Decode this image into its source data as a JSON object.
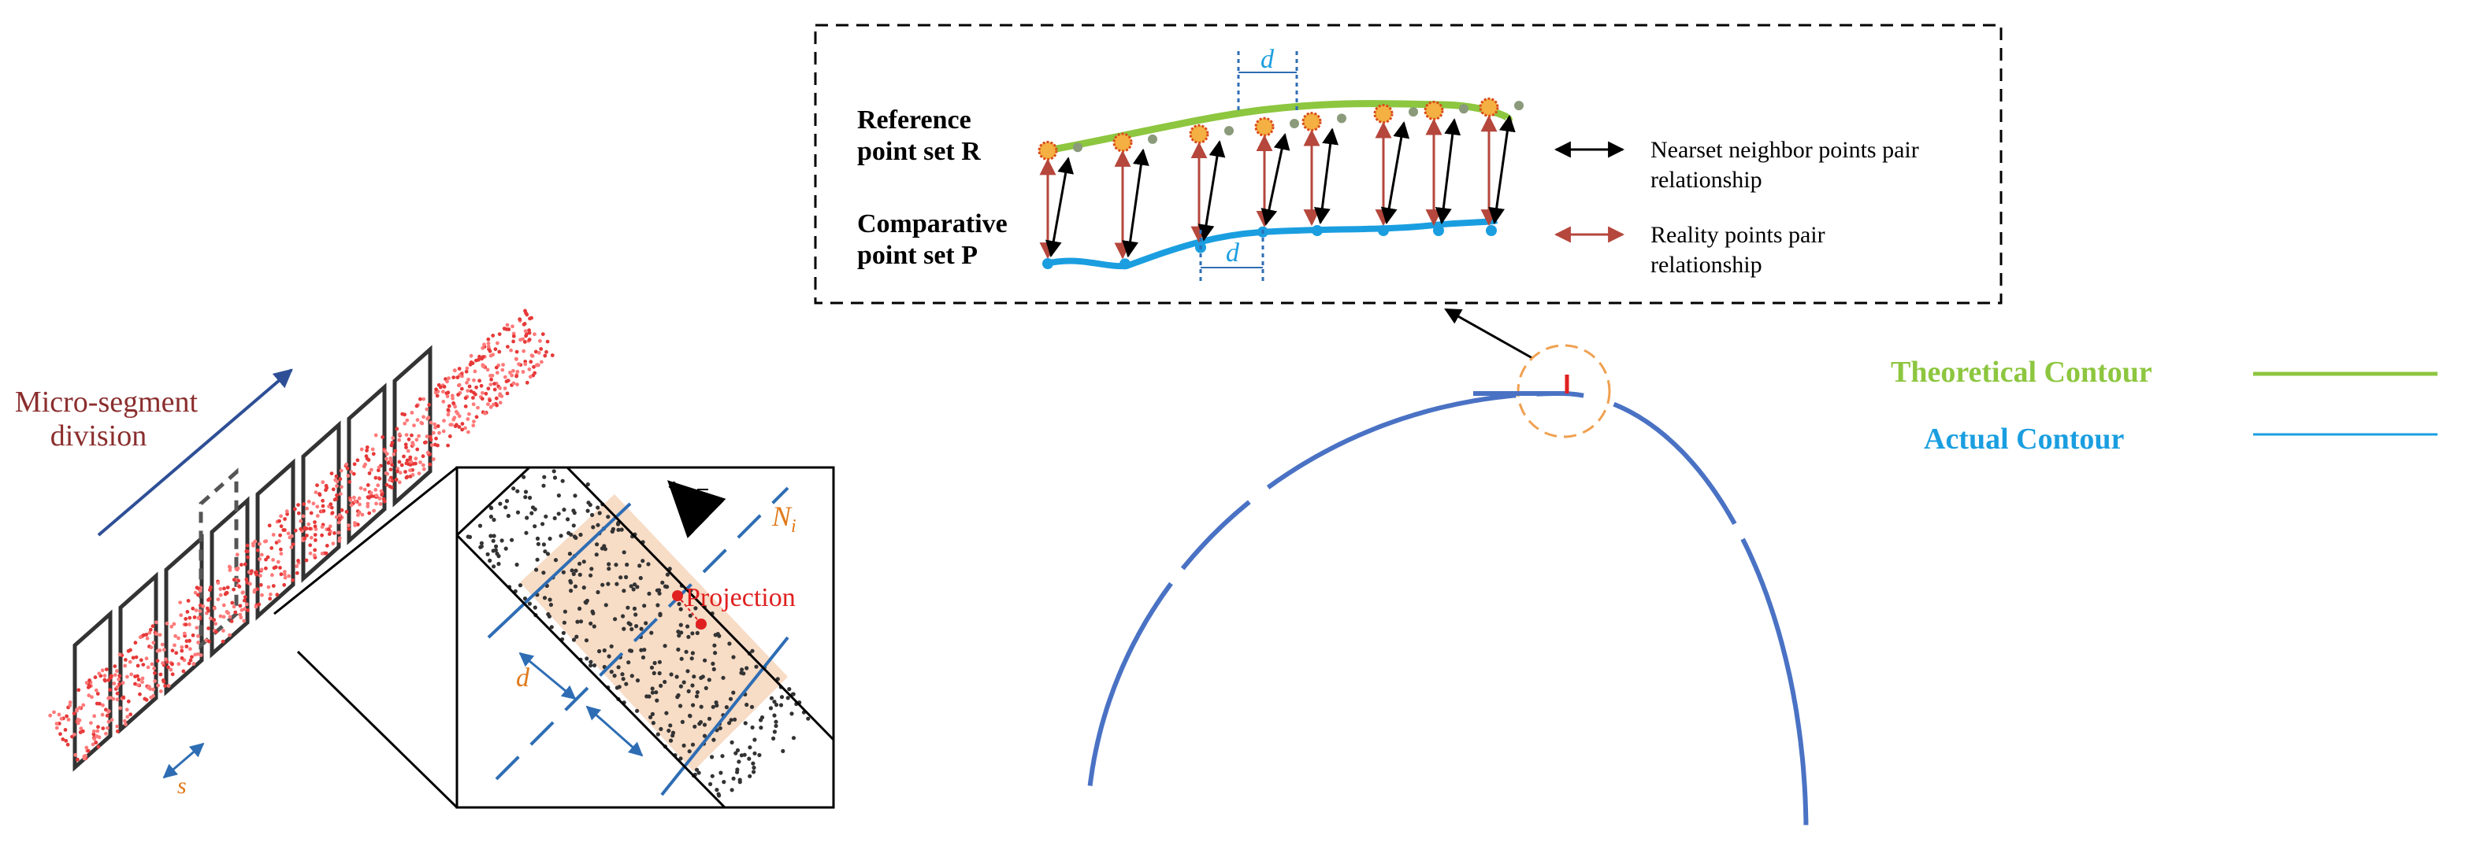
{
  "left_panel": {
    "micro_segment_label_line1": "Micro-segment",
    "micro_segment_label_line2": "division",
    "spacing_symbol": "s"
  },
  "zoom_panel": {
    "normal_symbol": "n",
    "plane_symbol": "N",
    "plane_subscript": "i",
    "projection_label": "Projection",
    "distance_symbol": "d"
  },
  "top_box": {
    "reference_line1": "Reference",
    "reference_line2": "point set R",
    "comparative_line1": "Comparative",
    "comparative_line2": "point set P",
    "d_label_top": "d",
    "d_label_bottom": "d",
    "legend_nearest_line1": "Nearset neighbor points pair",
    "legend_nearest_line2": "relationship",
    "legend_reality_line1": "Reality points pair",
    "legend_reality_line2": "relationship"
  },
  "contour_legend": {
    "theoretical": "Theoretical Contour",
    "actual": "Actual Contour"
  },
  "colors": {
    "arrow_blue": "#2e4f96",
    "micro_text": "#8b2e2e",
    "orange": "#e07a1a",
    "green": "#8dc63f",
    "cyan": "#1a9ee0",
    "contour_blue": "#4a72c4",
    "reality_red": "#b5473c",
    "projection_red": "#e02020",
    "band_fill": "#f7dcc6"
  },
  "icons": {
    "normal_arrow": "arrow-up-left-icon",
    "legend_double_arrow": "double-arrow-icon"
  }
}
